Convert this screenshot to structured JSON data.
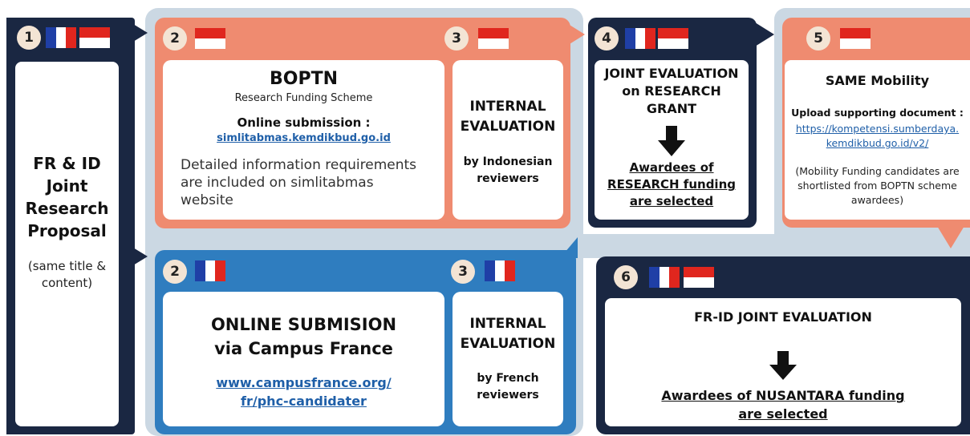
{
  "colors": {
    "navy": "#1a2742",
    "salmon": "#ef8b70",
    "blue": "#2f7dbf",
    "light_panel": "#cbd8e3",
    "number_circle": "#f3e4d4",
    "fr_blue": "#1f3fa6",
    "fr_red": "#e0261e",
    "id_red": "#e0261e",
    "link": "#1f5fa8"
  },
  "step1": {
    "number": "1",
    "flags": [
      "flag-fr",
      "flag-id"
    ],
    "title_lines": [
      "FR & ID",
      "Joint",
      "Research",
      "Proposal"
    ],
    "note_lines": [
      "(same title &",
      "content)"
    ]
  },
  "step2_id": {
    "number": "2",
    "flags": [
      "flag-id"
    ],
    "title": "BOPTN",
    "subtitle": "Research Funding Scheme",
    "submission_label": "Online submission :",
    "submission_link": "simlitabmas.kemdikbud.go.id",
    "info_lines": [
      "Detailed information requirements",
      "are included on simlitabmas",
      "website"
    ]
  },
  "step3_id": {
    "number": "3",
    "flags": [
      "flag-id"
    ],
    "title_lines": [
      "INTERNAL",
      "EVALUATION"
    ],
    "reviewer_lines": [
      "by Indonesian",
      "reviewers"
    ]
  },
  "step2_fr": {
    "number": "2",
    "flags": [
      "flag-fr"
    ],
    "title_lines": [
      "ONLINE SUBMISION",
      "via Campus France"
    ],
    "link_lines": [
      "www.campusfrance.org/",
      "fr/phc-candidater"
    ]
  },
  "step3_fr": {
    "number": "3",
    "flags": [
      "flag-fr"
    ],
    "title_lines": [
      "INTERNAL",
      "EVALUATION"
    ],
    "reviewer_lines": [
      "by French",
      "reviewers"
    ]
  },
  "step4": {
    "number": "4",
    "flags": [
      "flag-fr",
      "flag-id"
    ],
    "title_lines": [
      "JOINT EVALUATION",
      "on RESEARCH",
      "GRANT"
    ],
    "arrow_icon": "down-arrow-icon",
    "result_lines": [
      "Awardees of",
      "RESEARCH funding",
      "are selected"
    ]
  },
  "step5": {
    "number": "5",
    "flags": [
      "flag-id"
    ],
    "title": "SAME Mobility",
    "upload_label": "Upload supporting document :",
    "link_lines": [
      "https://kompetensi.sumberdaya.",
      "kemdikbud.go.id/v2/"
    ],
    "note_lines": [
      "(Mobility Funding candidates are",
      "shortlisted from BOPTN scheme",
      "awardees)"
    ]
  },
  "step6": {
    "number": "6",
    "flags": [
      "flag-fr",
      "flag-id"
    ],
    "title": "FR-ID JOINT EVALUATION",
    "arrow_icon": "down-arrow-icon",
    "result_lines": [
      "Awardees of NUSANTARA funding",
      "are selected"
    ]
  }
}
